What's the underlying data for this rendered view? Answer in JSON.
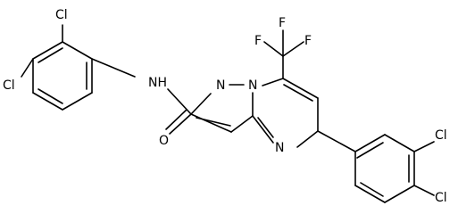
{
  "structure": {
    "name": "",
    "atom_labels": {
      "cl_a": "Cl",
      "cl_b": "Cl",
      "nh": "NH",
      "o": "O",
      "f_top": "F",
      "f_left": "F",
      "f_right": "F",
      "n_pyrazole": "N",
      "n_bridge": "N",
      "n_pyrimidine": "N",
      "cl_c": "Cl",
      "cl_d": "Cl"
    }
  },
  "colors": {
    "bond": "#000000",
    "label": "#000000",
    "background": "#ffffff"
  }
}
